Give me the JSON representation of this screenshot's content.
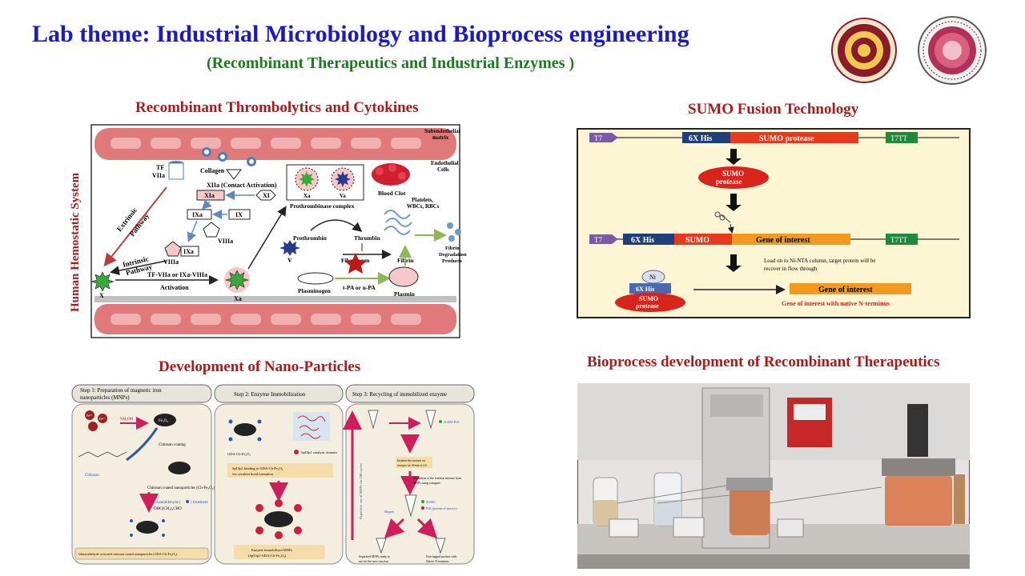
{
  "header": {
    "title": "Lab theme: Industrial Microbiology and Bioprocess engineering",
    "subtitle": "(Recombinant Therapeutics and Industrial Enzymes )"
  },
  "logos": [
    {
      "name": "university-seal",
      "colors": [
        "#8a1b2a",
        "#f2c94c"
      ]
    },
    {
      "name": "department-seal",
      "colors": [
        "#b0305a",
        "#f0e0e6"
      ]
    }
  ],
  "sections": {
    "thrombolytics": {
      "title": "Recombinant Thrombolytics and Cytokines",
      "side_label": "Human Hemostatic System",
      "labels": {
        "subendothelial": "Subendothelial",
        "matrix": "matrix",
        "endothelial": "Endothelial",
        "cells": "Cells",
        "tf": "TF",
        "viia": "VIIa",
        "collagen": "Collagen",
        "xiia": "XIIa (Contact Activation)",
        "xia": "XIa",
        "xi": "XI",
        "ixa": "IXa",
        "ix": "IX",
        "viiia_top": "VIIIa",
        "viiia": "VIIIa",
        "ixa2": "IXa",
        "extrinsic": "Extrinsic",
        "pathway1": "Pathway",
        "intrinsic": "Intrinsic",
        "pathway2": "Pathway",
        "xa_box": "Xa",
        "va_box": "Va",
        "prothrombinase": "Prothrombinase complex",
        "blood_clot": "Blood Clot",
        "platelets": "Platelets,",
        "wbcs": "WBCs, RBCs",
        "prothrombin": "Prothrombin",
        "thrombin": "Thrombin",
        "fibrinogen": "Fibrinogen",
        "fibrin": "Fibrin",
        "fibrin_deg1": "Fibrin",
        "fibrin_deg2": "Degradation",
        "fibrin_deg3": "Products",
        "v": "V",
        "x": "X",
        "tf_viia": "TF-VIIa or IXa-VIIIa",
        "activation": "Activation",
        "xa": "Xa",
        "plasminogen": "Plasminogen",
        "tpa": "t-PA or u-PA",
        "plasmin": "Plasmin"
      }
    },
    "sumo": {
      "title": "SUMO Fusion Technology",
      "labels": {
        "t7": "T7",
        "his": "6X His",
        "sumo_protease": "SUMO protease",
        "t7tt": "T7TT",
        "sumo_oval_1": "SUMO",
        "sumo_oval_2": "protease",
        "t7_b": "T7",
        "his_b": "6X His",
        "sumo_b": "SUMO",
        "goi_b": "Gene of interest",
        "t7tt_b": "T7TT",
        "load_1": "Load on to Ni-NTA column, target protein will be",
        "load_2": "recover in flow through",
        "ni": "Ni",
        "his_c": "6X His",
        "sumo_c1": "SUMO",
        "sumo_c2": "protease",
        "goi_c": "Gene of interest",
        "native": "Gene of interest with native N-terminus"
      },
      "colors": {
        "his": "#1f3f7a",
        "sumo": "#e8391c",
        "goi": "#f39a1e",
        "t7tt": "#1e8a3a",
        "panel_bg": "#fdf6d5"
      }
    },
    "nano": {
      "title": "Development of Nano-Particles",
      "steps": [
        {
          "title_1": "Step 1: Preparation of magnetic iron",
          "title_2": "nanoparticles (MNPs)",
          "fe2": "Fe²⁺",
          "fe3": "Fe³⁺",
          "nh4oh": "NH₄OH",
          "fe3o4": "Fe₃O₄",
          "chitosan_coating": "Chitosan coating",
          "chitosan": "Chitosan",
          "coated": "Chitosan coated nanoparticles (Ch-Fe₃O₄)",
          "glut_1": "Glutaraldehyde (",
          "glut_2": ") treatment",
          "glut_3": "OHC(CH₂)₃CHO",
          "activated": "Glutaraldehyde activated chitosan coated nanoparticles (GDA-Ch-Fe₃O₄)"
        },
        {
          "title": "Step 2: Enzyme Immobilization",
          "gda": "GDA-Ch-Fe₃O₄",
          "domain": "SpUlp1 catalytic domain",
          "binding_1": "SpUlp1 binding to GDA-Ch-Fe₃O₄",
          "binding_2": "via covalent bond formation",
          "immob_1": "Enzyme immobilized MNPs",
          "immob_2": "(SpUlp1-GDA-Ch-Fe₃O₄)"
        },
        {
          "title": "Step 3: Recycling of immobilized enzyme",
          "sumo_poi": "SUMO-POI",
          "repetitive": "Repetitive use of MNPs for 100 cycles",
          "incubate_1": "Incubate the reaction on",
          "incubate_2": "rotospin for 30 min to 2 h",
          "separation_1": "Separation of the reaction mixture from",
          "separation_2": "MNPs using a magnet",
          "sumo": "SUMO",
          "poi": "POI (protein of interest)",
          "magnet": "Magnet",
          "separated_1": "Separated MNPs ready to",
          "separated_2": "use for the next reaction",
          "nontagged_1": "Non-tagged product with",
          "nontagged_2": "Native N-terminus"
        }
      ]
    },
    "bioprocess": {
      "title": "Bioprocess development of Recombinant Therapeutics"
    }
  }
}
